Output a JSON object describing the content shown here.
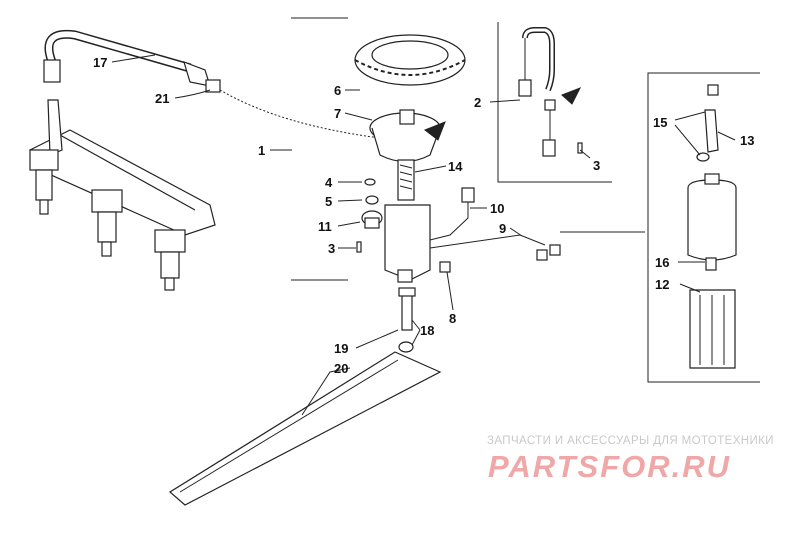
{
  "callouts": {
    "c1": "1",
    "c2": "2",
    "c3a": "3",
    "c3b": "3",
    "c4": "4",
    "c5": "5",
    "c6": "6",
    "c7": "7",
    "c8": "8",
    "c9": "9",
    "c10": "10",
    "c11": "11",
    "c12": "12",
    "c13": "13",
    "c14": "14",
    "c15": "15",
    "c16": "16",
    "c17": "17",
    "c18": "18",
    "c19": "19",
    "c20": "20",
    "c21": "21"
  },
  "watermark": {
    "tagline": "ЗАПЧАСТИ И АКСЕССУАРЫ ДЛЯ МОТОТЕХНИКИ",
    "logo": "PARTSFOR.RU"
  }
}
